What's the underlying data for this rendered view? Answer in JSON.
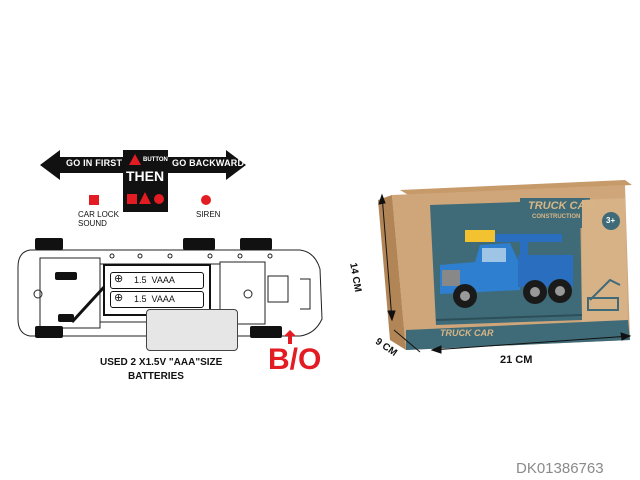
{
  "instructions": {
    "left_arrow_label": "GO IN FIRST",
    "right_arrow_label": "GO BACKWARD",
    "button_label": "BUTTON",
    "then_label": "THEN",
    "car_lock_label_line1": "CAR LOCK",
    "car_lock_label_line2": "SOUND",
    "siren_label": "SIREN",
    "battery_label_1": "1.5  VAAA",
    "battery_label_2": "1.5  VAAA",
    "battery_note_line1": "USED 2 X1.5V \"AAA\"SIZE",
    "battery_note_line2": "BATTERIES",
    "bo_label": "B/O",
    "accent_red": "#e31b23"
  },
  "product": {
    "brand_logo": "TRUCK CAR",
    "brand_sub": "CONSTRUCTION",
    "age_badge": "3+",
    "dim_height": "14 CM",
    "dim_depth": "9 CM",
    "dim_width": "21 CM"
  },
  "watermark": "DK01386763"
}
